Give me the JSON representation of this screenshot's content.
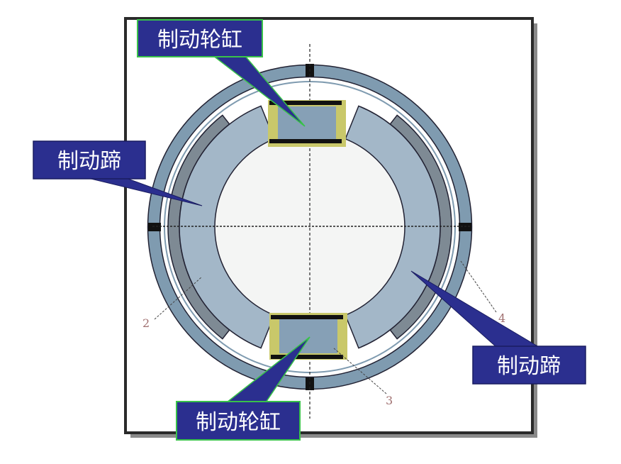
{
  "labels": {
    "cylinder_top": "制动轮缸",
    "cylinder_bottom": "制动轮缸",
    "shoe_left": "制动蹄",
    "shoe_right": "制动蹄"
  },
  "part_numbers": [
    "2",
    "3",
    "4"
  ],
  "colors": {
    "callout_fill": "#2b2f8f",
    "callout_border_cylinder": "#39c24a",
    "drum": "#7f9bb0",
    "shoe": "#9fb4c6",
    "lining": "#7e8a94",
    "fitting": "#c9c86a"
  }
}
